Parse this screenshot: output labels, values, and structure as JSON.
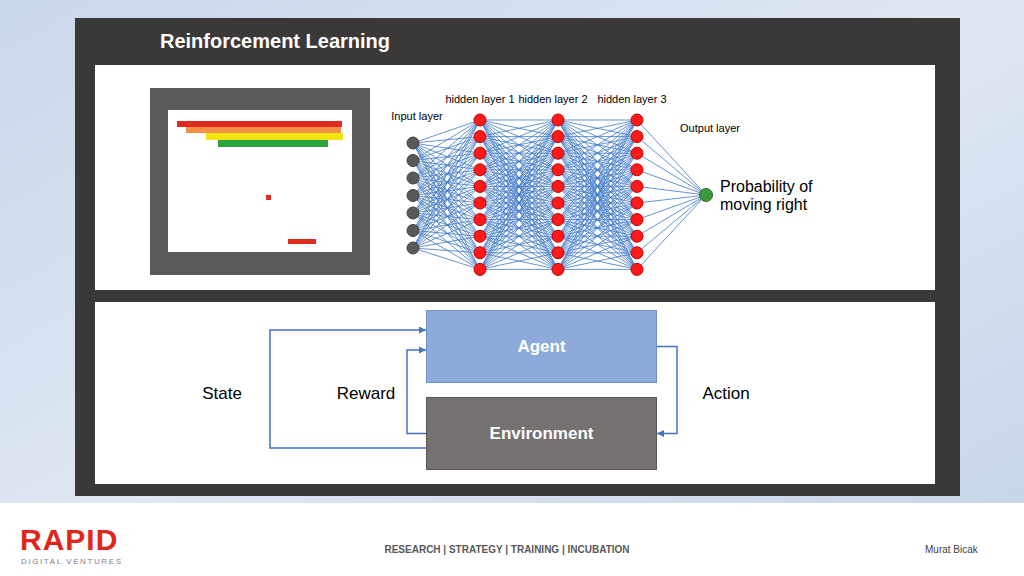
{
  "diagram": {
    "title": "Reinforcement Learning",
    "nodes": [
      {
        "text": [
          "Agent"
        ]
      },
      {
        "text": [
          "Environment"
        ]
      }
    ],
    "edges": [
      {
        "from": 0,
        "to": 1,
        "arrow": "to",
        "label": "Action"
      },
      {
        "from": 1,
        "to": 0,
        "arrow": "to",
        "label": "Reward"
      },
      {
        "from": 1,
        "to": 0,
        "arrow": "to",
        "label": "State"
      }
    ],
    "labels": [
      "Input layer",
      "hidden layer 1",
      "hidden layer 2",
      "hidden layer 3",
      "Output layer",
      "Probability of moving right",
      "RAPID",
      "DIGITAL VENTURES",
      "RESEARCH | STRATEGY | TRAINING | INCUBATION",
      "Murat Bicak"
    ]
  }
}
